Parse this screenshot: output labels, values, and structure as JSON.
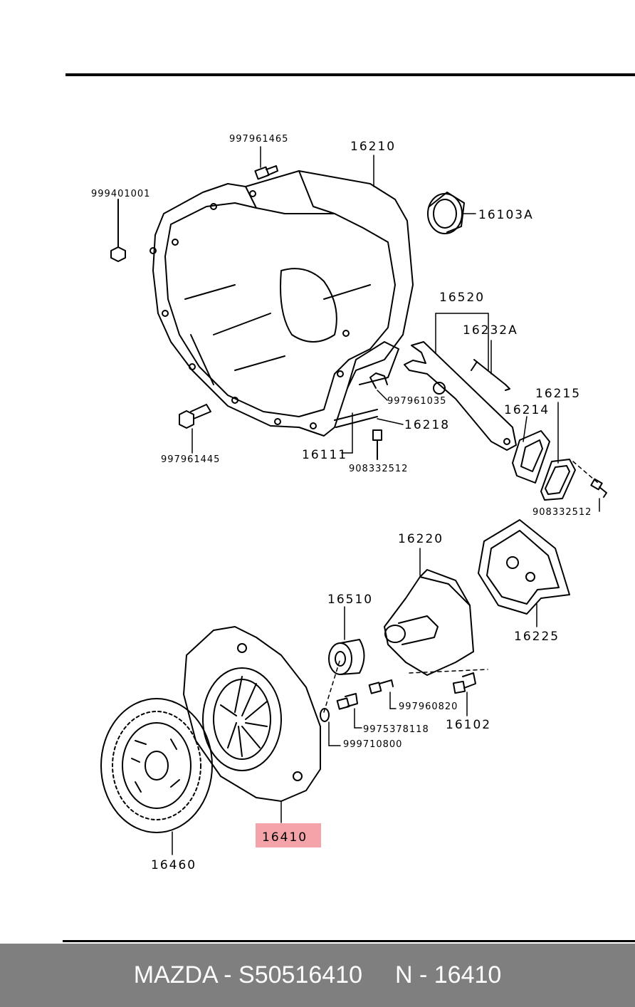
{
  "parts": {
    "p997961465": "997961465",
    "p16210": "16210",
    "p999401001": "999401001",
    "p16103A": "16103A",
    "p16520": "16520",
    "p16232A": "16232A",
    "p997961035": "997961035",
    "p16215": "16215",
    "p16214": "16214",
    "p16218": "16218",
    "p16111": "16111",
    "p997961445": "997961445",
    "p908332512_a": "908332512",
    "p908332512_b": "908332512",
    "p16220": "16220",
    "p16510": "16510",
    "p16225": "16225",
    "p997960820": "997960820",
    "p16102": "16102",
    "p9975378118": "9975378118",
    "p999710800": "999710800",
    "p16410": "16410",
    "p16460": "16460"
  },
  "highlight_color": "#f4a3a8",
  "footer": {
    "brand_part": "MAZDA - S50516410",
    "ref": "N - 16410"
  }
}
